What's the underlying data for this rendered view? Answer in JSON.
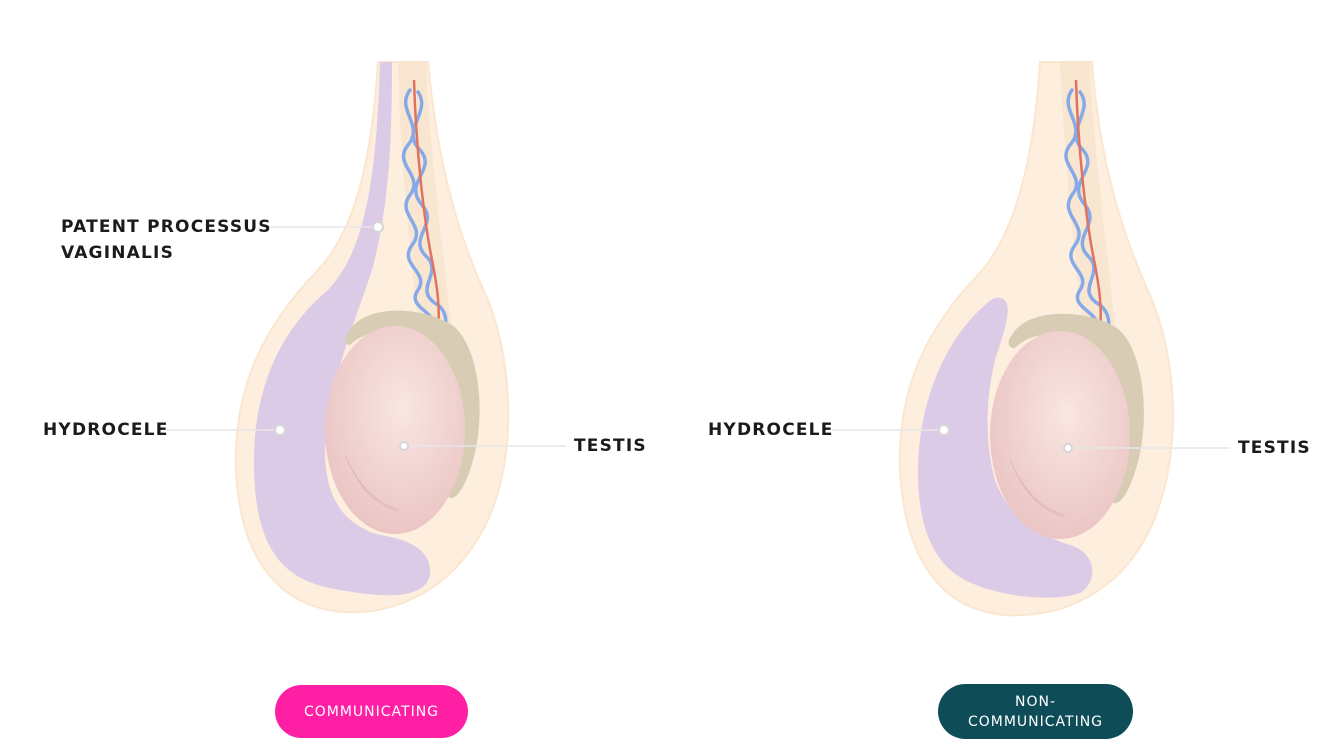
{
  "colors": {
    "scrotum": "#fdeede",
    "scrotum_edge": "#fbe3c7",
    "hydrocele": "#dccbe6",
    "testis": "#f2d4d2",
    "epididymis": "#d8cdb4",
    "vein": "#86a9e8",
    "artery": "#e0735f",
    "communicating": "#ff1fa4",
    "non_communicating": "#0e4d58"
  },
  "left": {
    "labels": {
      "processus_line1": "PATENT PROCESSUS",
      "processus_line2": "VAGINALIS",
      "hydrocele": "HYDROCELE",
      "testis": "TESTIS"
    },
    "pill": {
      "line1": "COMMUNICATING"
    }
  },
  "right": {
    "labels": {
      "hydrocele": "HYDROCELE",
      "testis": "TESTIS"
    },
    "pill": {
      "line1": "NON-",
      "line2": "COMMUNICATING"
    }
  }
}
